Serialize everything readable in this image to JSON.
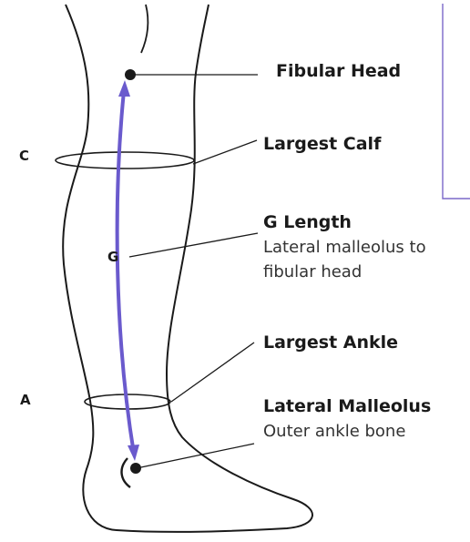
{
  "colors": {
    "outline": "#1a1a1a",
    "accent": "#6a5acd",
    "box_border": "#7b68c9"
  },
  "labels": {
    "fibular_head": "Fibular Head",
    "largest_calf": "Largest Calf",
    "g_length_title": "G Length",
    "g_length_desc_line1": "Lateral malleolus to",
    "g_length_desc_line2": "fibular head",
    "largest_ankle": "Largest Ankle",
    "lateral_malleolus_title": "Lateral Malleolus",
    "lateral_malleolus_desc": "Outer ankle bone"
  },
  "markers": {
    "c": "C",
    "a": "A",
    "g": "G"
  }
}
